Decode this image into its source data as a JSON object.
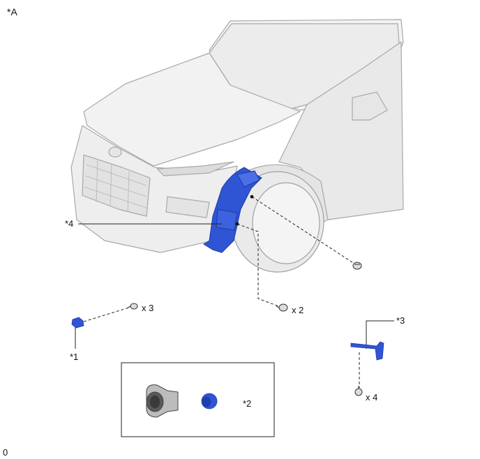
{
  "figure": {
    "view_label": "*A",
    "footer_code": "0"
  },
  "callouts": {
    "c1": "*1",
    "c2": "*2",
    "c3": "*3",
    "c4": "*4"
  },
  "quantities": {
    "q_bolt_c1": "x 3",
    "q_clip_lower": "x 2",
    "q_screw_c3": "x 4"
  },
  "colors": {
    "part_highlight": "#2f55d4",
    "car_body": "#efefef",
    "outline": "#9a9a9a",
    "leader": "#222222"
  },
  "icons": {
    "fastener": "screw-icon",
    "part": "bracket-icon",
    "lamp": "fog-lamp-icon"
  }
}
